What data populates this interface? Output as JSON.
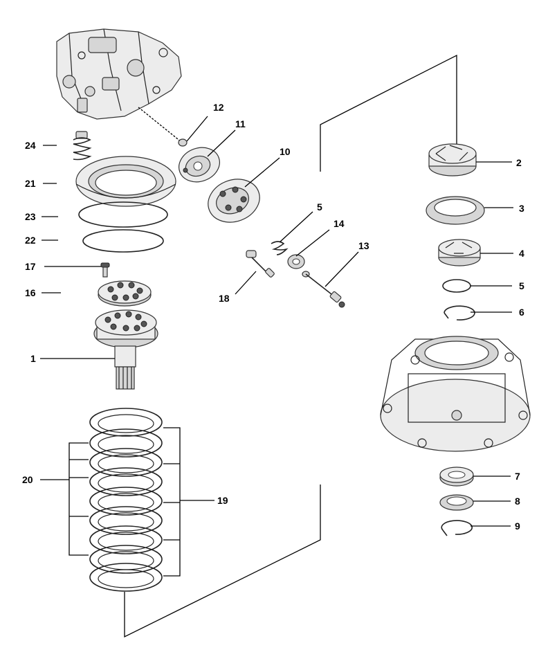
{
  "labels": {
    "l1": "1",
    "l2": "2",
    "l3": "3",
    "l4": "4",
    "l5": "5",
    "l5b": "5",
    "l6": "6",
    "l7": "7",
    "l8": "8",
    "l9": "9",
    "l10": "10",
    "l11": "11",
    "l12": "12",
    "l13": "13",
    "l14": "14",
    "l16": "16",
    "l17": "17",
    "l18": "18",
    "l19": "19",
    "l20": "20",
    "l21": "21",
    "l22": "22",
    "l23": "23",
    "l24": "24"
  }
}
